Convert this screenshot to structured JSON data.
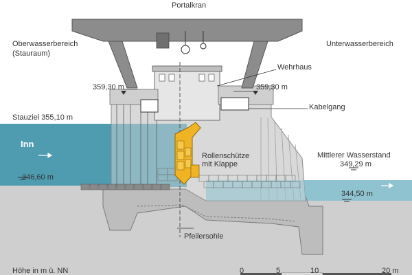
{
  "labels": {
    "portalkran": "Portalkran",
    "oberwasser_line1": "Oberwasserbereich",
    "oberwasser_line2": "(Stauraum)",
    "unterwasser": "Unterwasserbereich",
    "wehrhaus": "Wehrhaus",
    "elev_left_top": "359,30 m",
    "elev_right_top": "359,30 m",
    "kabelgang": "Kabelgang",
    "stauziel": "Stauziel 355,10 m",
    "inn": "Inn",
    "rollenschuetze_line1": "Rollenschütze",
    "rollenschuetze_line2": "mit Klappe",
    "mittlerer_line1": "Mittlerer Wasserstand",
    "mittlerer_line2": "349,29 m",
    "elev_346": "346,60 m",
    "elev_344": "344,50 m",
    "pfeilersohle": "Pfeilersohle",
    "hoehe": "Höhe in m ü. NN"
  },
  "scale": {
    "ticks": [
      "0",
      "5",
      "10",
      "20 m"
    ]
  },
  "colors": {
    "water": "#4f9bb0",
    "water_light": "#8fc3d0",
    "concrete": "#d9d9d9",
    "concrete_dark": "#9e9e9e",
    "crane": "#8c8c8c",
    "gate": "#f0b323",
    "ground": "#cfcfcf",
    "building": "#e6e6e6"
  }
}
